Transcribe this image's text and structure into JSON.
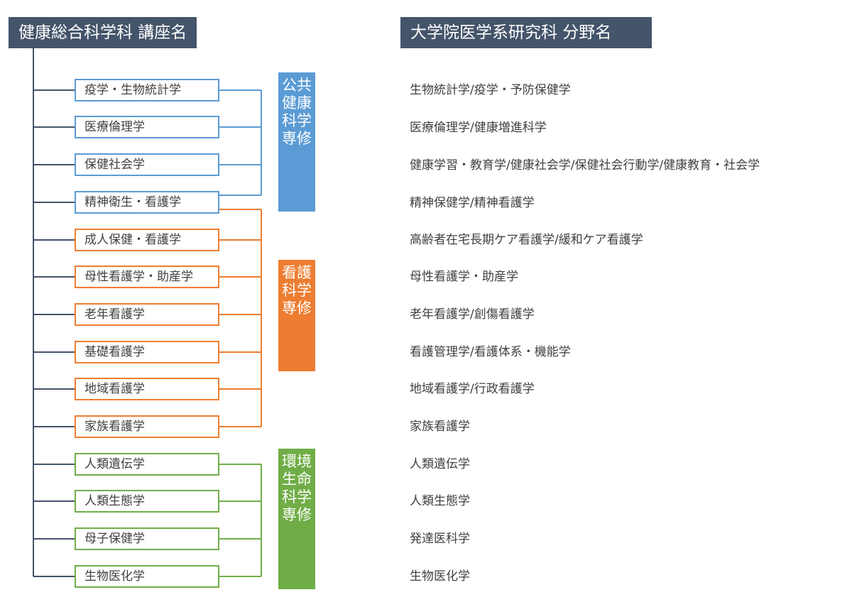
{
  "headers": {
    "left": "健康総合科学科 講座名",
    "right": "大学院医学系研究科 分野名"
  },
  "colors": {
    "header_bg": "#44546a",
    "trunk": "#44546a",
    "public_health": "#5b9bd5",
    "nursing": "#ed7d31",
    "environmental": "#70ad47"
  },
  "tracks": {
    "public_health": "公共健康科学専修",
    "nursing": "看護科学専修",
    "environmental": "環境生命科学専修"
  },
  "courses": [
    "疫学・生物統計学",
    "医療倫理学",
    "保健社会学",
    "精神衛生・看護学",
    "成人保健・看護学",
    "母性看護学・助産学",
    "老年看護学",
    "基礎看護学",
    "地域看護学",
    "家族看護学",
    "人類遺伝学",
    "人類生態学",
    "母子保健学",
    "生物医化学"
  ],
  "fields": [
    "生物統計学/疫学・予防保健学",
    "医療倫理学/健康増進科学",
    "健康学習・教育学/健康社会学/保健社会行動学/健康教育・社会学",
    "精神保健学/精神看護学",
    "高齢者在宅長期ケア看護学/緩和ケア看護学",
    "母性看護学・助産学",
    "老年看護学/創傷看護学",
    "看護管理学/看護体系・機能学",
    "地域看護学/行政看護学",
    "家族看護学",
    "人類遺伝学",
    "人類生態学",
    "発達医科学",
    "生物医化学"
  ]
}
